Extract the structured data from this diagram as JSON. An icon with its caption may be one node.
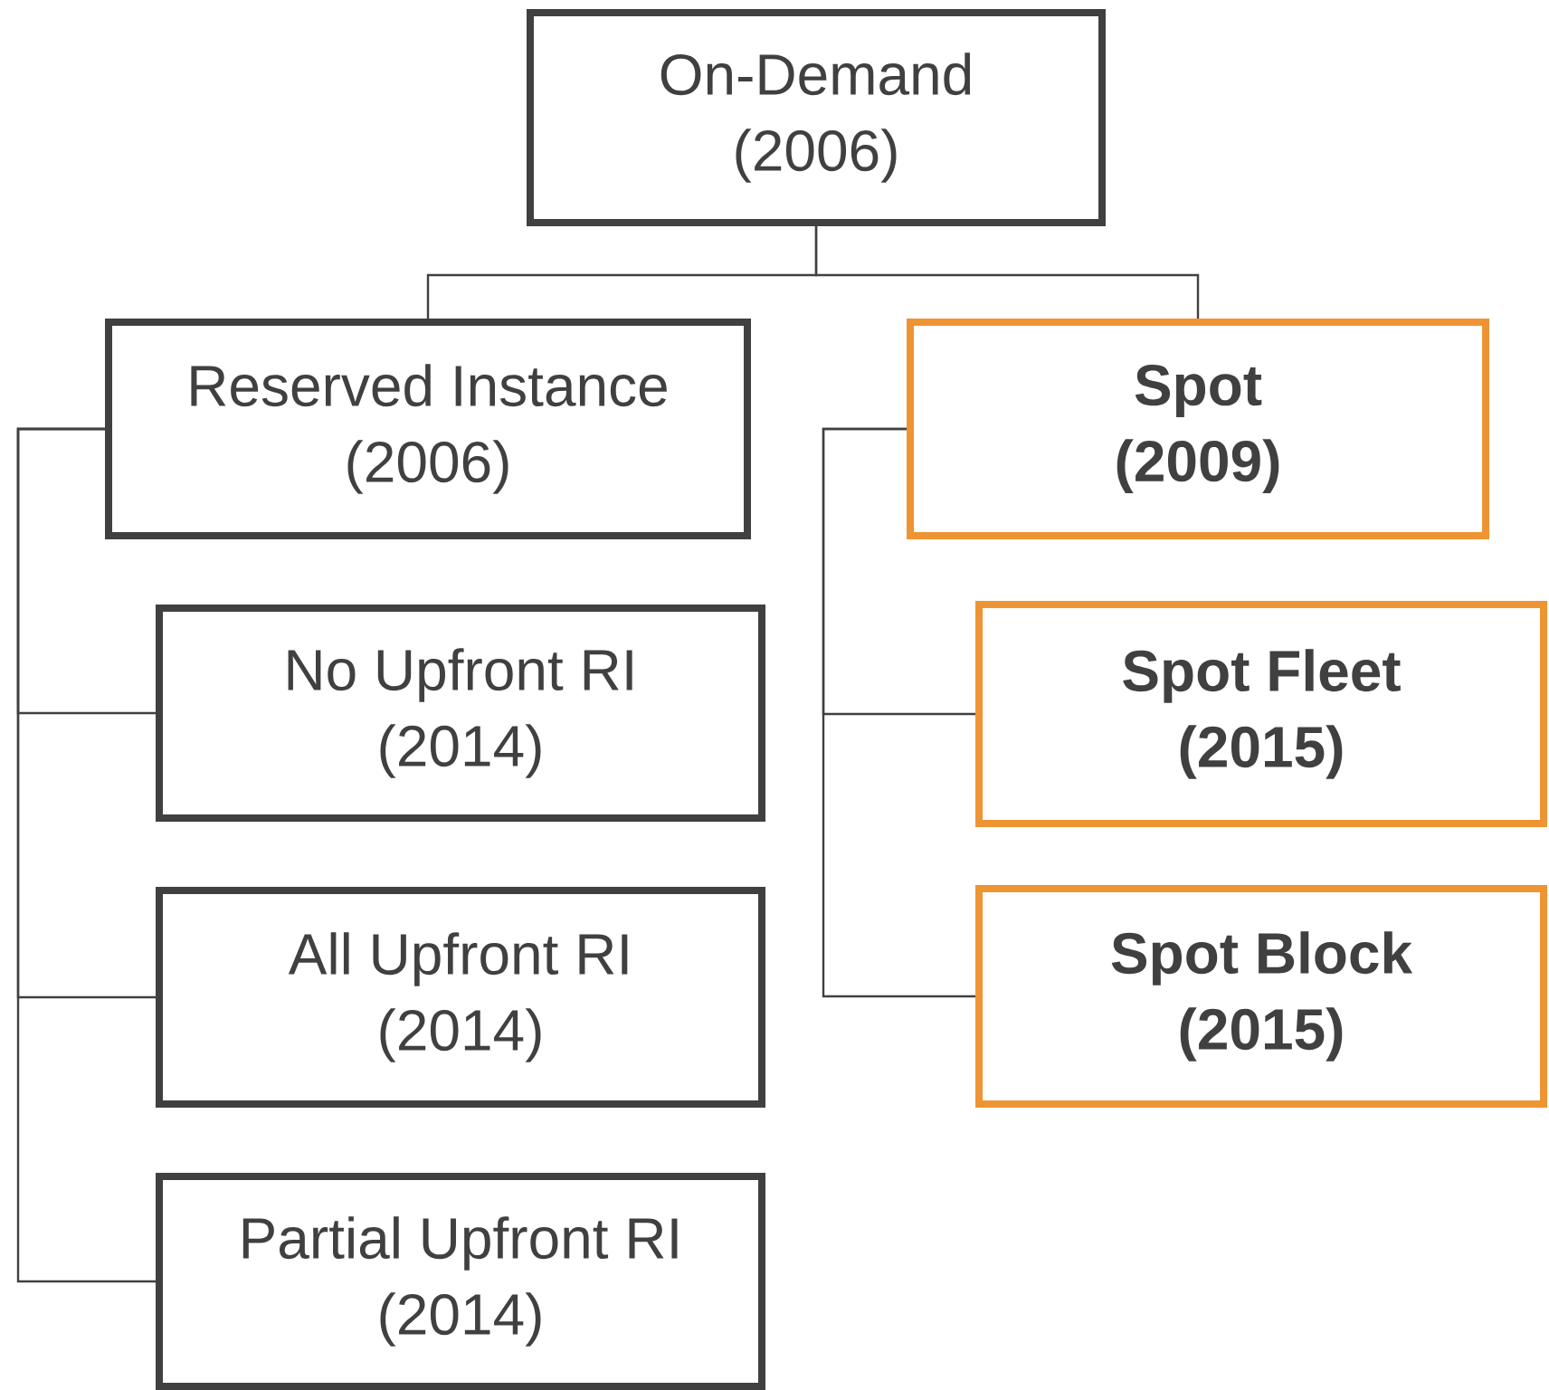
{
  "diagram": {
    "nodes": [
      {
        "text": [
          "On-Demand",
          "(2006)"
        ]
      },
      {
        "text": [
          "Reserved Instance",
          "(2006)"
        ]
      },
      {
        "text": [
          "Spot",
          "(2009)"
        ]
      },
      {
        "text": [
          "No Upfront RI",
          "(2014)"
        ]
      },
      {
        "text": [
          "All Upfront RI",
          "(2014)"
        ]
      },
      {
        "text": [
          "Partial Upfront RI",
          "(2014)"
        ]
      },
      {
        "text": [
          "Spot Fleet",
          "(2015)"
        ]
      },
      {
        "text": [
          "Spot Block",
          "(2015)"
        ]
      }
    ],
    "edges": [
      {
        "from": 0,
        "to": 1,
        "arrow": "none"
      },
      {
        "from": 0,
        "to": 2,
        "arrow": "none"
      },
      {
        "from": 1,
        "to": 3,
        "arrow": "none"
      },
      {
        "from": 1,
        "to": 4,
        "arrow": "none"
      },
      {
        "from": 1,
        "to": 5,
        "arrow": "none"
      },
      {
        "from": 2,
        "to": 6,
        "arrow": "none"
      },
      {
        "from": 2,
        "to": 7,
        "arrow": "none"
      }
    ]
  }
}
